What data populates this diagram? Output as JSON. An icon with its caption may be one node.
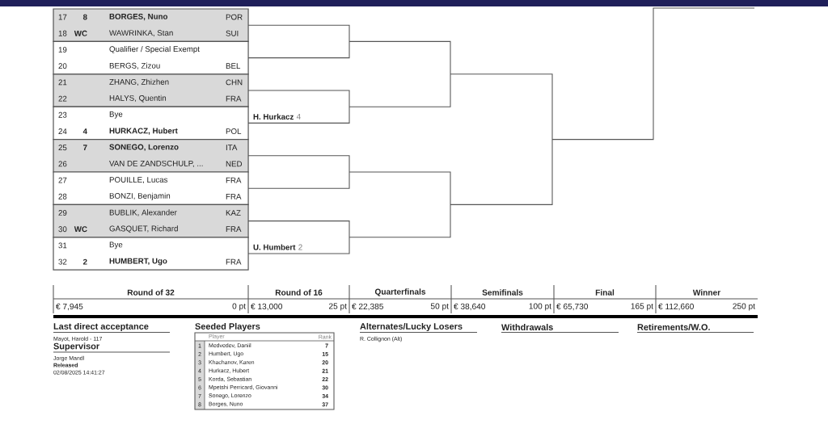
{
  "diagram": {
    "nodes": [
      {
        "text": [
          "17",
          "8",
          "BORGES, Nuno",
          "POR",
          "18",
          "WC",
          "WAWRINKA, Stan",
          "SUI"
        ]
      },
      {
        "text": [
          "19",
          "Qualifier / Special Exempt",
          "20",
          "BERGS, Zizou",
          "BEL"
        ]
      },
      {
        "text": [
          "21",
          "ZHANG, Zhizhen",
          "CHN",
          "22",
          "HALYS, Quentin",
          "FRA"
        ]
      },
      {
        "text": [
          "23",
          "Bye",
          "24",
          "4",
          "HURKACZ, Hubert",
          "POL"
        ]
      },
      {
        "text": [
          "25",
          "7",
          "SONEGO, Lorenzo",
          "ITA",
          "26",
          "VAN DE ZANDSCHULP, ...",
          "NED"
        ]
      },
      {
        "text": [
          "27",
          "POUILLE, Lucas",
          "FRA",
          "28",
          "BONZI, Benjamin",
          "FRA"
        ]
      },
      {
        "text": [
          "29",
          "BUBLIK, Alexander",
          "KAZ",
          "30",
          "WC",
          "GASQUET, Richard",
          "FRA"
        ]
      },
      {
        "text": [
          "31",
          "Bye",
          "32",
          "2",
          "HUMBERT, Ugo",
          "FRA"
        ]
      }
    ],
    "labels": [
      "H. Hurkacz",
      "4",
      "U. Humbert",
      "2",
      "Round of 32",
      "Round of 16",
      "Quarterfinals",
      "Semifinals",
      "Final",
      "Winner",
      "€ 7,945",
      "0 pt",
      "€ 13,000",
      "25 pt",
      "€ 22,385",
      "50 pt",
      "€ 38,640",
      "100 pt",
      "€ 65,730",
      "165 pt",
      "€ 112,660",
      "250 pt",
      "Last direct acceptance",
      "Seeded Players",
      "Alternates/Lucky Losers",
      "Withdrawals",
      "Retirements/W.O.",
      "Mayot, Harold - 117",
      "Supervisor",
      "Jorge Mandl",
      "Released",
      "02/08/2025 14:41:27",
      "R. Collignon (Alt)",
      "Player",
      "Rank",
      "1",
      "Medvedev, Daniil",
      "7",
      "2",
      "Humbert, Ugo",
      "15",
      "3",
      "Khachanov, Karen",
      "20",
      "4",
      "Hurkacz, Hubert",
      "21",
      "5",
      "Korda, Sebastian",
      "22",
      "6",
      "Mpetshi Perricard, Giovanni",
      "30",
      "7",
      "Sonego, Lorenzo",
      "34",
      "8",
      "Borges, Nuno",
      "37"
    ]
  }
}
